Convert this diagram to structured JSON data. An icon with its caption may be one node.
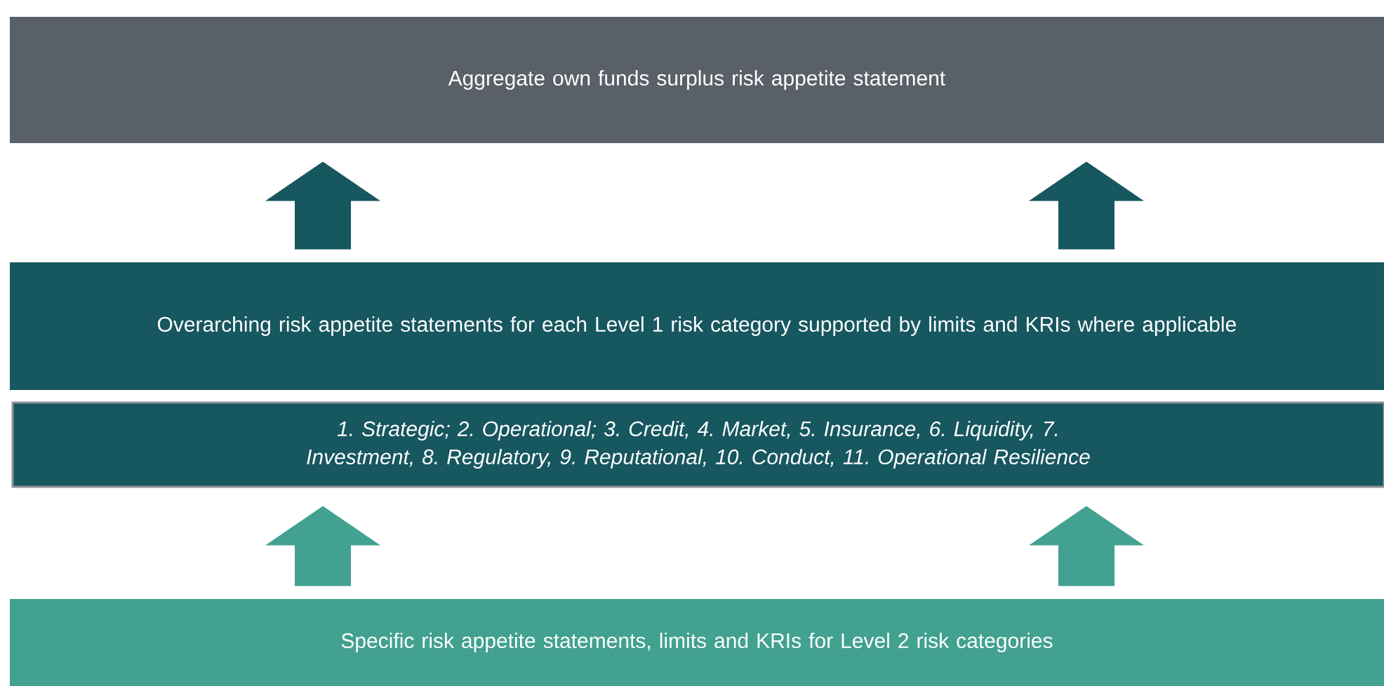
{
  "diagram": {
    "nodes": [
      {
        "text": [
          "Aggregate own funds surplus risk appetite statement"
        ]
      },
      {
        "text": [
          "Overarching risk appetite statements for each Level 1 risk category supported by limits and KRIs where applicable"
        ]
      },
      {
        "text": [
          "1. Strategic; 2. Operational; 3. Credit, 4. Market, 5. Insurance, 6. Liquidity, 7. Investment, 8. Regulatory, 9. Reputational, 10. Conduct, 11. Operational Resilience"
        ]
      },
      {
        "text": [
          "Specific risk appetite statements, limits and KRIs for Level 2 risk categories"
        ]
      }
    ],
    "edges": [
      {
        "from": 1,
        "to": 0,
        "arrow": "to",
        "color": "#17575f"
      },
      {
        "from": 1,
        "to": 0,
        "arrow": "to",
        "color": "#17575f"
      },
      {
        "from": 3,
        "to": 2,
        "arrow": "to",
        "color": "#42a190"
      },
      {
        "from": 3,
        "to": 2,
        "arrow": "to",
        "color": "#42a190"
      }
    ]
  }
}
